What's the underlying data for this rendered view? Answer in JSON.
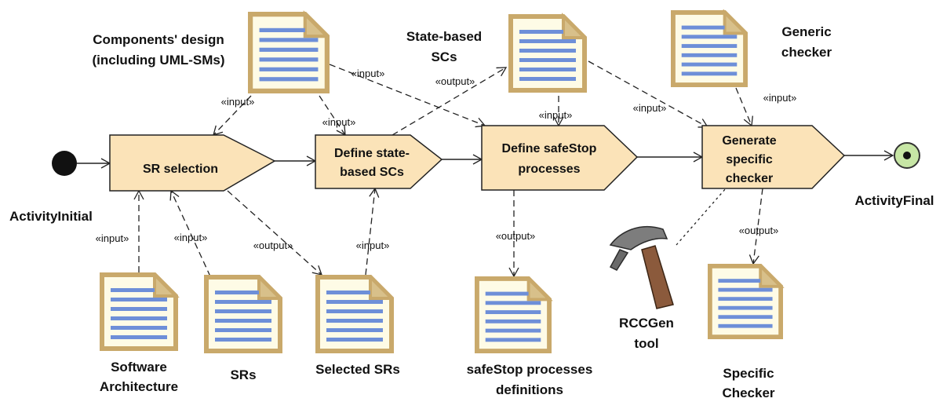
{
  "actions": {
    "sr_selection": "SR selection",
    "define_sc": [
      "Define state-",
      "based SCs"
    ],
    "define_safestop": [
      "Define safeStop",
      "processes"
    ],
    "generate_checker": [
      "Generate",
      "specific",
      "checker"
    ]
  },
  "nodes": {
    "initial": "ActivityInitial",
    "final": "ActivityFinal"
  },
  "artifacts": {
    "components_design": [
      "Components' design",
      "(including UML-SMs)"
    ],
    "state_based_scs": [
      "State-based",
      "SCs"
    ],
    "generic_checker": [
      "Generic",
      "checker"
    ],
    "software_architecture": [
      "Software",
      "Architecture"
    ],
    "srs": "SRs",
    "selected_srs": "Selected SRs",
    "safestop_definitions": [
      "safeStop processes",
      "definitions"
    ],
    "specific_checker": [
      "Specific",
      "Checker"
    ]
  },
  "tool": [
    "RCCGen",
    "tool"
  ],
  "stereotypes": {
    "input": "«input»",
    "output": "«output»"
  },
  "colors": {
    "action_fill": "#fbe3b8",
    "doc_border": "#c9a96b",
    "doc_fold": "#d8c08a",
    "doc_lines": "#6e8fd8",
    "final_fill": "#c7e6a5"
  }
}
